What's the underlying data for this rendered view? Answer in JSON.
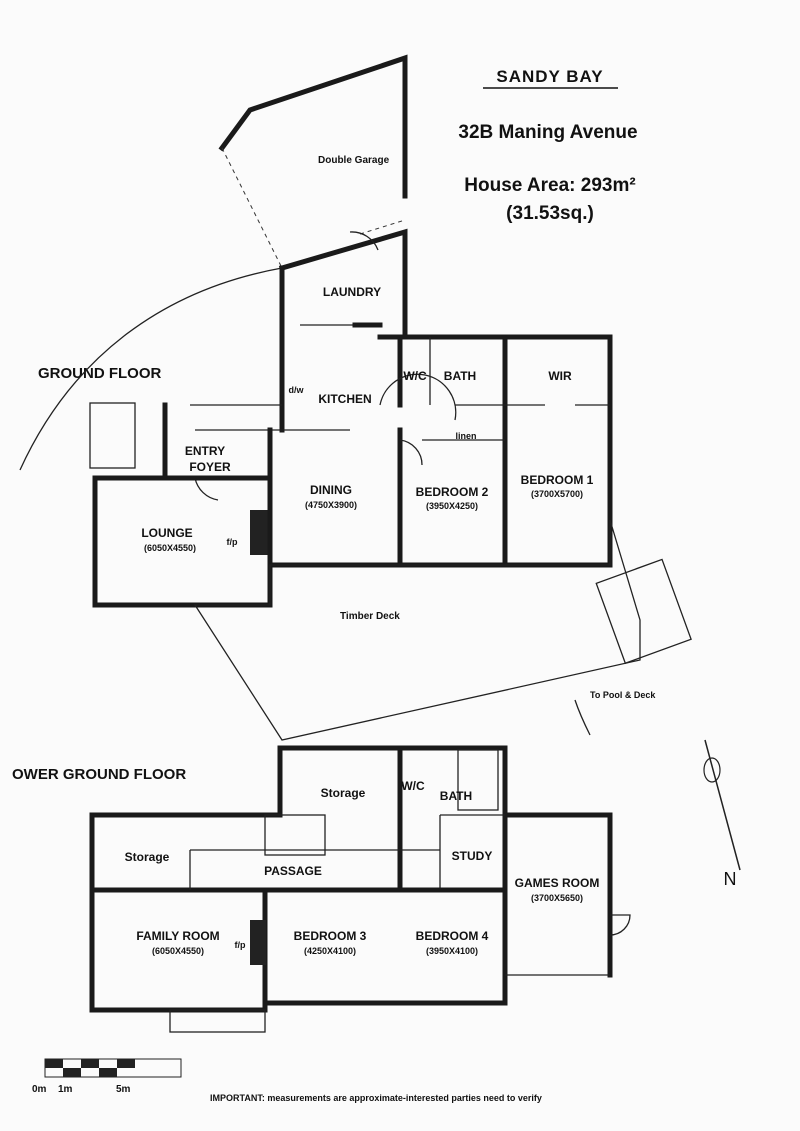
{
  "header": {
    "title": "SANDY BAY",
    "address": "32B Maning Avenue",
    "area": "House Area: 293m²",
    "area_sq": "(31.53sq.)"
  },
  "ground_floor": {
    "label": "GROUND FLOOR",
    "rooms": {
      "garage": "Double Garage",
      "laundry": "LAUNDRY",
      "kitchen": "KITCHEN",
      "dw": "d/w",
      "wc": "W/C",
      "bath": "BATH",
      "wir": "WIR",
      "linen": "linen",
      "entry": "ENTRY",
      "foyer": "FOYER",
      "dining": "DINING",
      "dining_dim": "(4750X3900)",
      "bedroom2": "BEDROOM 2",
      "bedroom2_dim": "(3950X4250)",
      "bedroom1": "BEDROOM 1",
      "bedroom1_dim": "(3700X5700)",
      "lounge": "LOUNGE",
      "lounge_dim": "(6050X4550)",
      "fp": "f/p",
      "deck": "Timber Deck",
      "to_pool": "To Pool & Deck"
    }
  },
  "lower_floor": {
    "label": "OWER GROUND FLOOR",
    "rooms": {
      "storage_top": "Storage",
      "wc": "W/C",
      "bath": "BATH",
      "storage_left": "Storage",
      "passage": "PASSAGE",
      "study": "STUDY",
      "games": "GAMES ROOM",
      "games_dim": "(3700X5650)",
      "family": "FAMILY ROOM",
      "family_dim": "(6050X4550)",
      "fp": "f/p",
      "bedroom3": "BEDROOM 3",
      "bedroom3_dim": "(4250X4100)",
      "bedroom4": "BEDROOM 4",
      "bedroom4_dim": "(3950X4100)"
    }
  },
  "north": "N",
  "scale": {
    "start": "0m",
    "one": "1m",
    "end": "5m"
  },
  "note": "IMPORTANT: measurements are approximate-interested parties need to verify"
}
